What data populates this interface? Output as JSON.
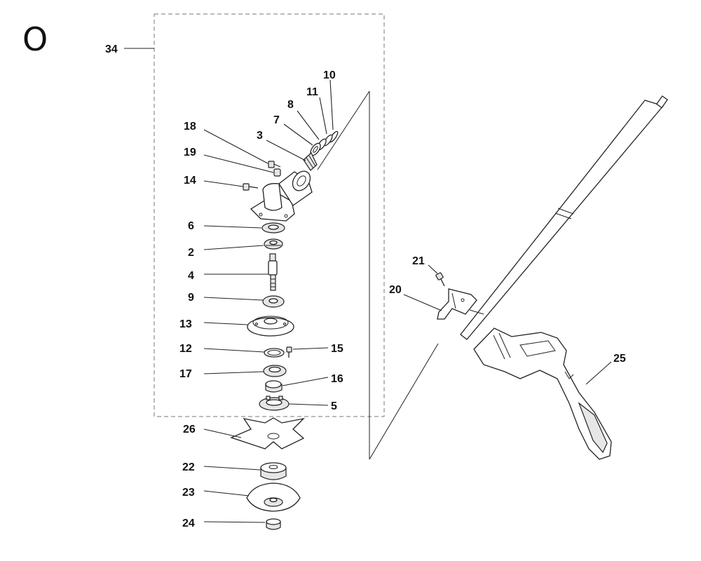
{
  "section_marker": "O",
  "callouts": {
    "c34": "34",
    "c10": "10",
    "c11": "11",
    "c8": "8",
    "c7": "7",
    "c3": "3",
    "c18": "18",
    "c19": "19",
    "c14": "14",
    "c6": "6",
    "c2": "2",
    "c4": "4",
    "c9": "9",
    "c13": "13",
    "c12": "12",
    "c15": "15",
    "c17": "17",
    "c16": "16",
    "c5": "5",
    "c26": "26",
    "c22": "22",
    "c23": "23",
    "c24": "24",
    "c21": "21",
    "c20": "20",
    "c25": "25"
  }
}
